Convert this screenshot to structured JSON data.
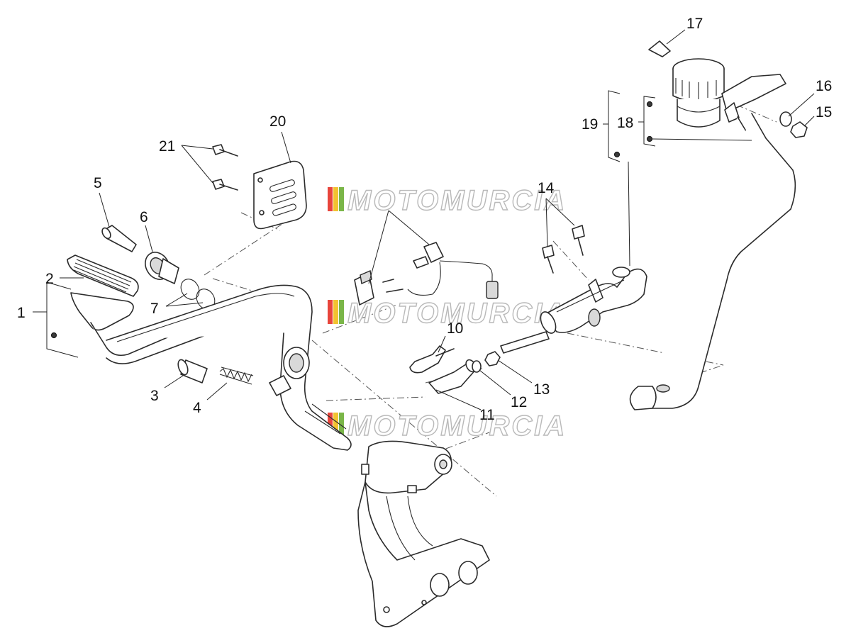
{
  "diagram": {
    "type": "exploded-parts-diagram",
    "watermark_text": "MOTOMURCIA",
    "watermark_stripe_colors": [
      "#e8453c",
      "#f2c230",
      "#7ab648"
    ],
    "callouts": [
      "1",
      "2",
      "3",
      "4",
      "5",
      "6",
      "7",
      "10",
      "11",
      "12",
      "13",
      "14",
      "15",
      "16",
      "17",
      "18",
      "19",
      "20",
      "21"
    ]
  }
}
